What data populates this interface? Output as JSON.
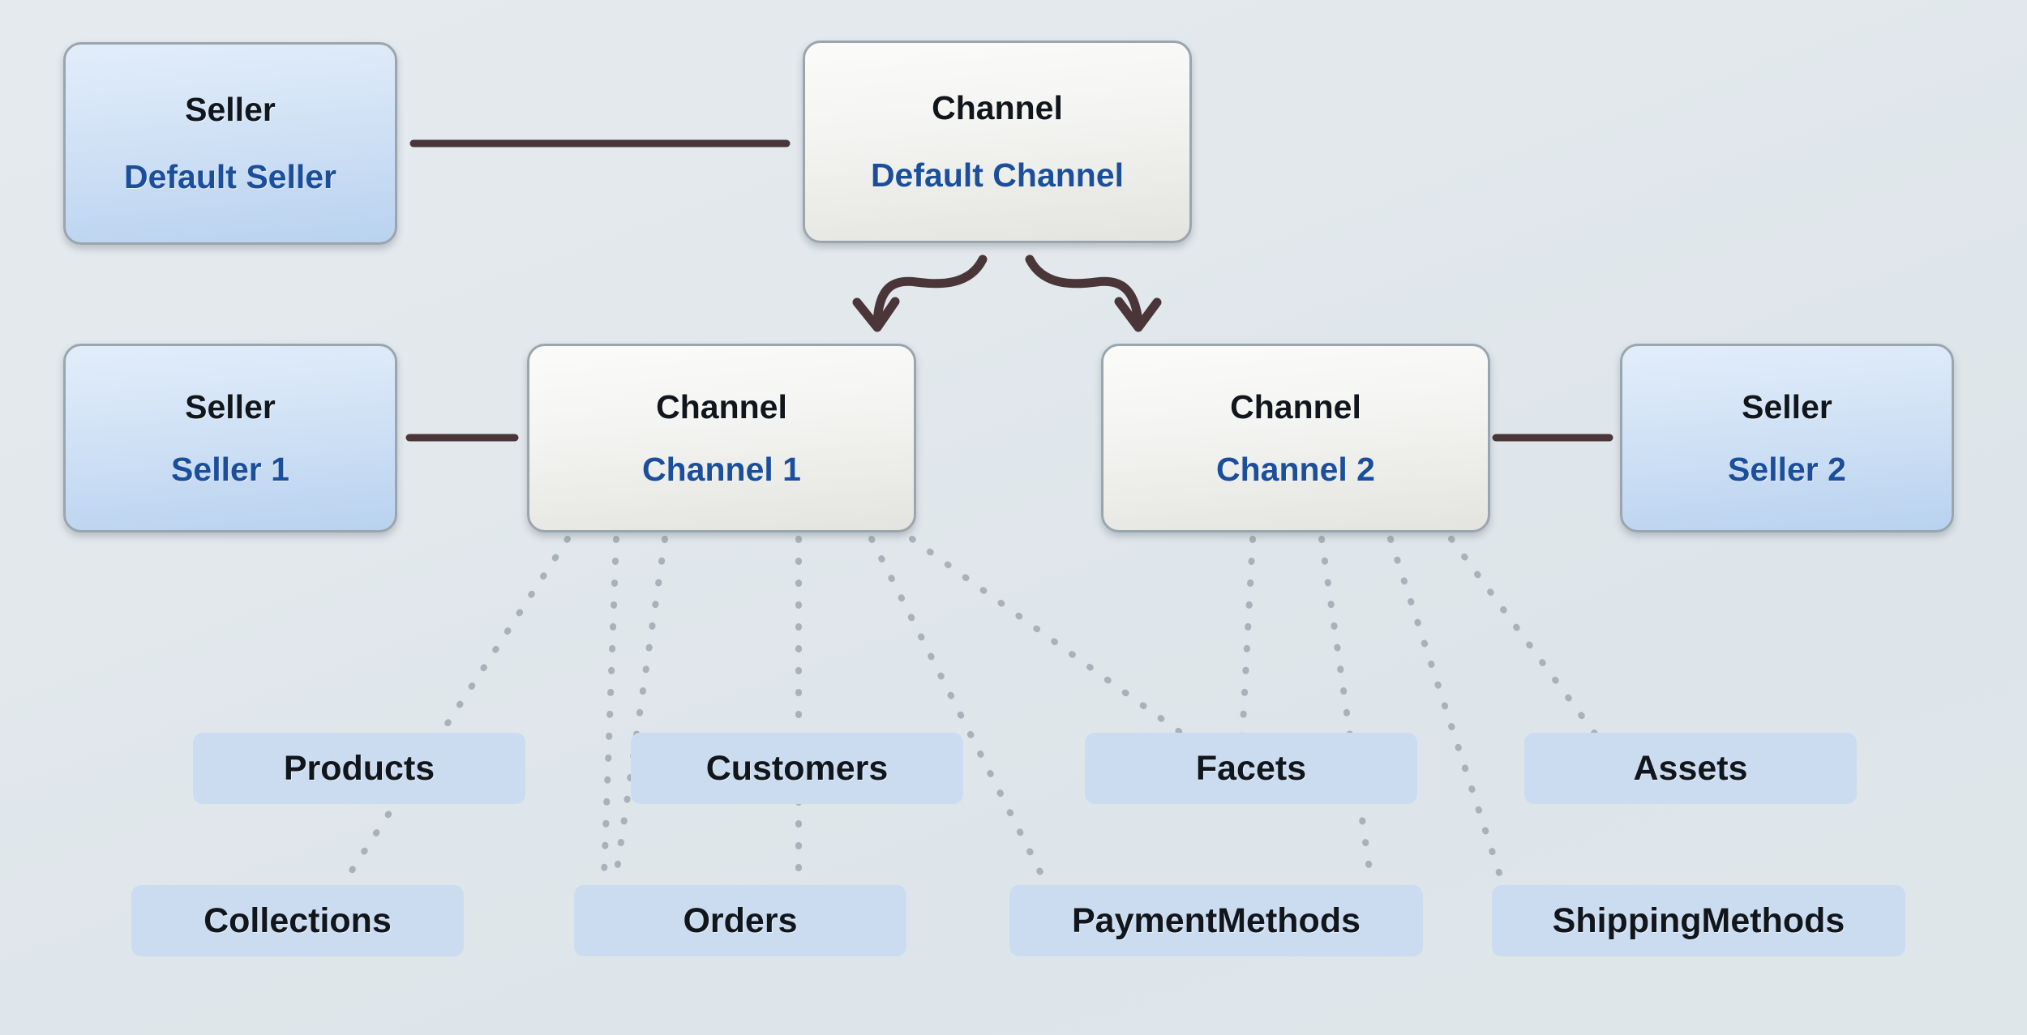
{
  "diagram": {
    "title": "Channel and Seller entity relationship diagram",
    "colors": {
      "background_top": "#e4eaee",
      "background_bottom": "#dfe6ea",
      "solid_link": "#4a3539",
      "arrow": "#4a3539",
      "dotted_link": "#a8b2b8",
      "seller_card_fill": "#cde0f5",
      "channel_card_fill": "#f0f0ee",
      "card_border": "#9aa6ad",
      "type_text": "#11161d",
      "name_text": "#1b4f9c",
      "chip_fill": "#ccdcf0"
    }
  },
  "nodes": {
    "default_seller": {
      "type": "Seller",
      "name": "Default Seller"
    },
    "default_channel": {
      "type": "Channel",
      "name": "Default Channel"
    },
    "seller_1": {
      "type": "Seller",
      "name": "Seller 1"
    },
    "channel_1": {
      "type": "Channel",
      "name": "Channel 1"
    },
    "channel_2": {
      "type": "Channel",
      "name": "Channel 2"
    },
    "seller_2": {
      "type": "Seller",
      "name": "Seller 2"
    }
  },
  "entities": {
    "row_top": [
      {
        "id": "products",
        "label": "Products"
      },
      {
        "id": "customers",
        "label": "Customers"
      },
      {
        "id": "facets",
        "label": "Facets"
      },
      {
        "id": "assets",
        "label": "Assets"
      }
    ],
    "row_bottom": [
      {
        "id": "collections",
        "label": "Collections"
      },
      {
        "id": "orders",
        "label": "Orders"
      },
      {
        "id": "paymentmethods",
        "label": "PaymentMethods"
      },
      {
        "id": "shippingmethods",
        "label": "ShippingMethods"
      }
    ]
  },
  "links": {
    "solid": [
      {
        "from": "default_seller",
        "to": "default_channel"
      },
      {
        "from": "seller_1",
        "to": "channel_1"
      },
      {
        "from": "channel_2",
        "to": "seller_2"
      }
    ],
    "arrows": [
      {
        "from": "default_channel",
        "to": "channel_1"
      },
      {
        "from": "default_channel",
        "to": "channel_2"
      }
    ],
    "dotted_from_channel_1": [
      "collections",
      "products",
      "orders",
      "customers",
      "paymentmethods",
      "facets"
    ],
    "dotted_from_channel_2": [
      "facets",
      "assets",
      "shippingmethods",
      "paymentmethods"
    ]
  }
}
